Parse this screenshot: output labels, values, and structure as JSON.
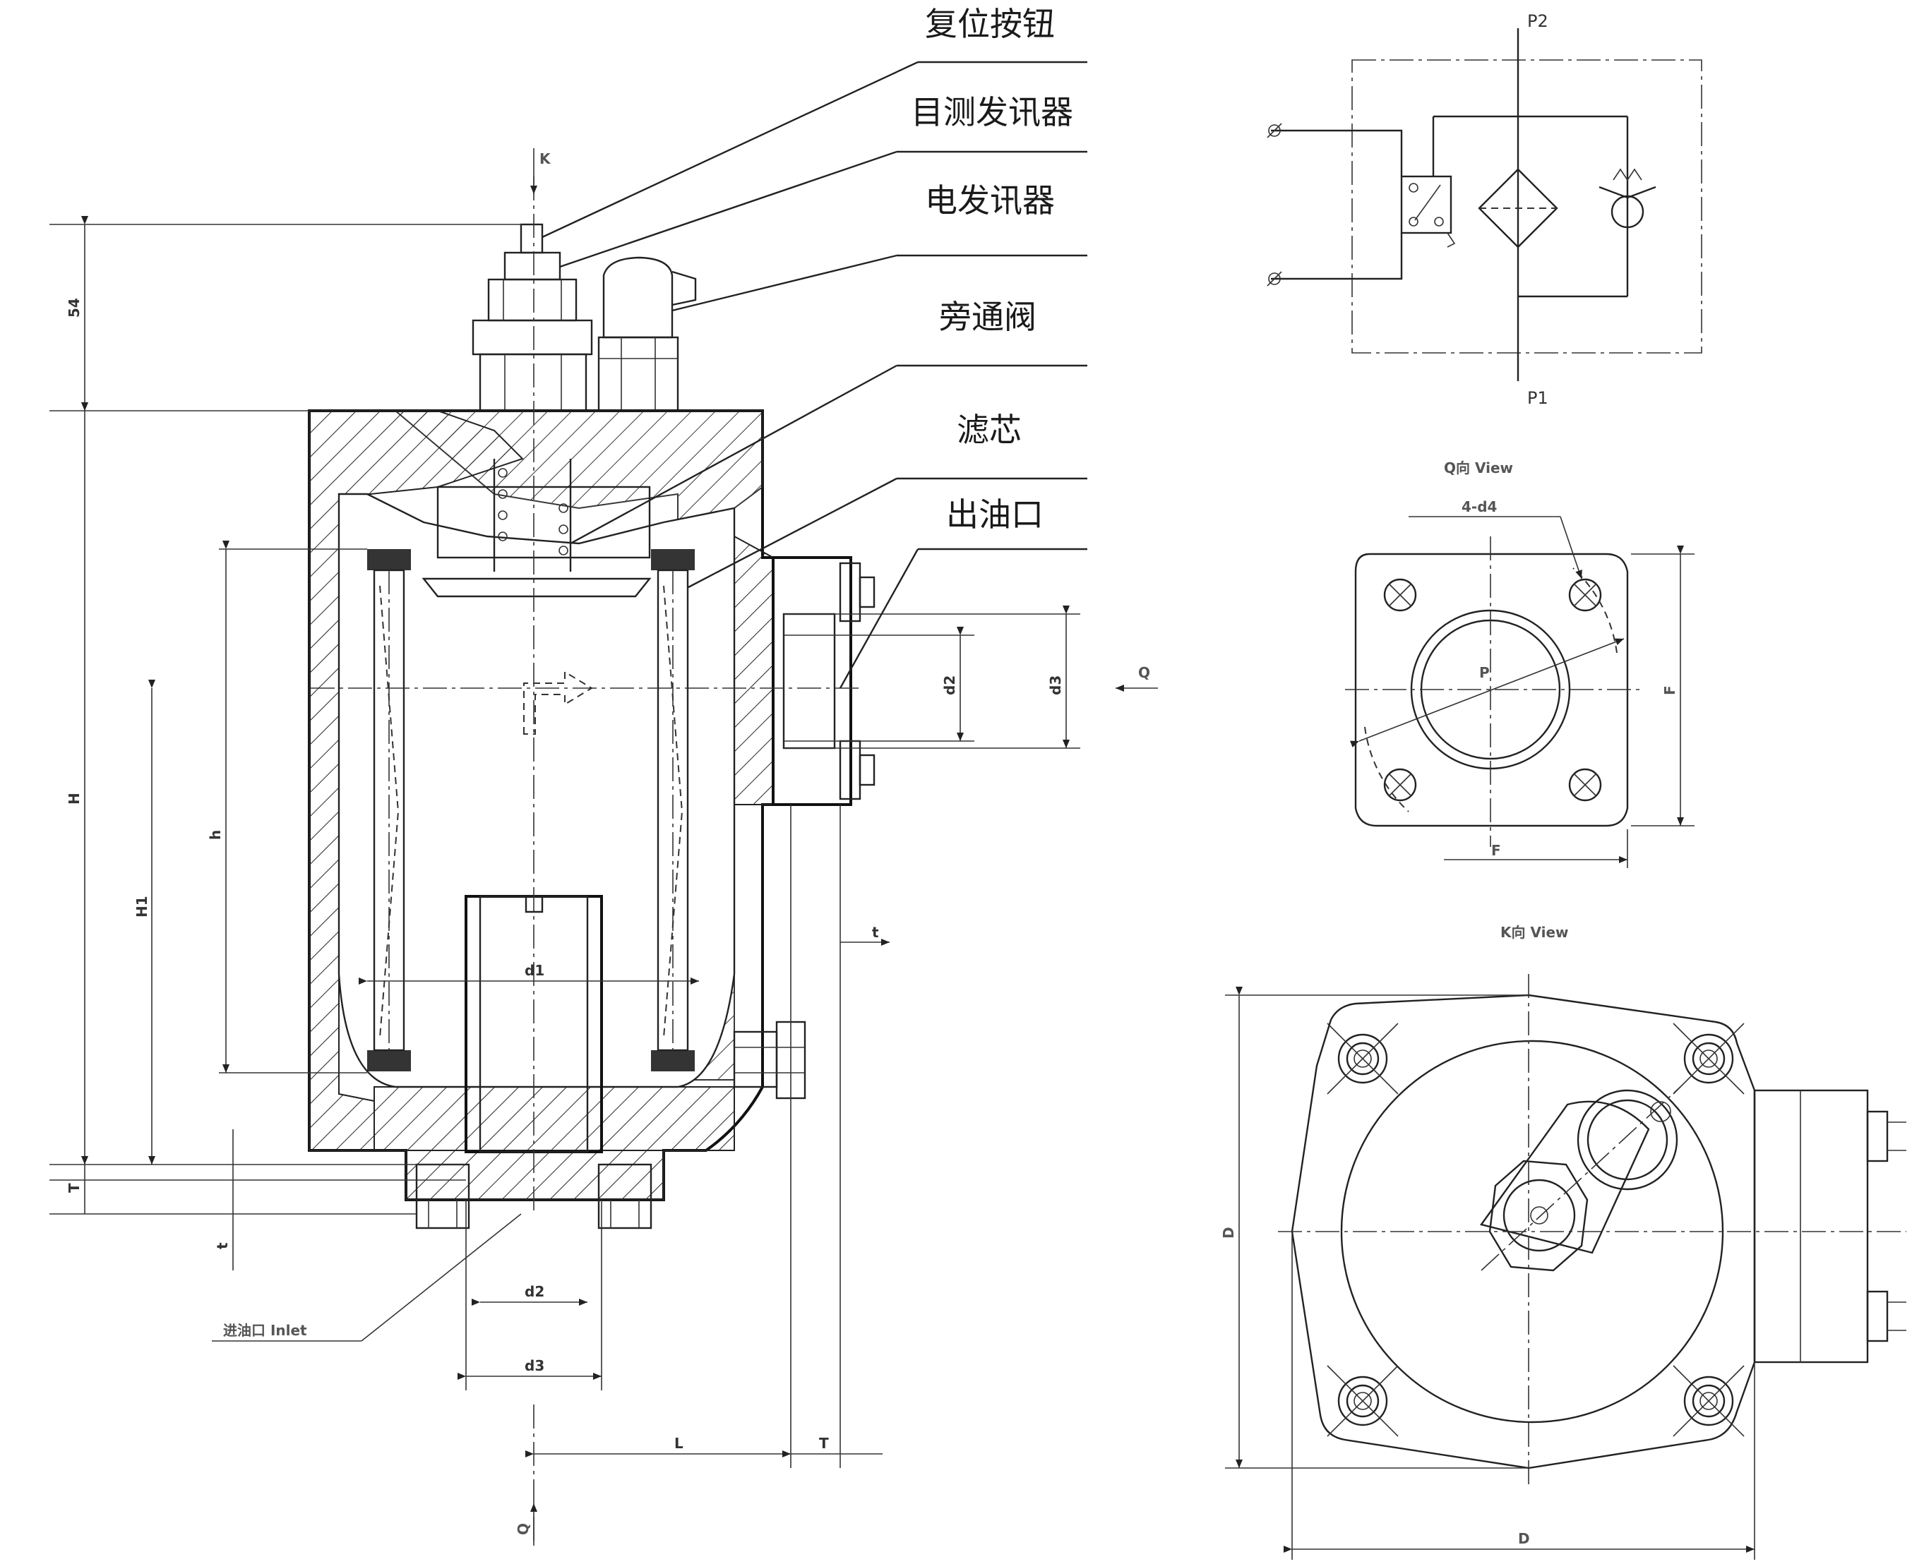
{
  "callouts": [
    "复位按钮",
    "目测发讯器",
    "电发讯器",
    "旁通阀",
    "滤芯",
    "出油口"
  ],
  "inlet_label": "进油口 Inlet",
  "dims": {
    "k": "K",
    "d54": "54",
    "H": "H",
    "h": "h",
    "H1": "H1",
    "T": "T",
    "t": "t",
    "d1": "d1",
    "d2": "d2",
    "d3": "d3",
    "L": "L",
    "Q": "Q",
    "P": "P",
    "d4": "4-d4",
    "F": "F",
    "D": "D"
  },
  "schematic": {
    "p1": "P1",
    "p2": "P2"
  },
  "views": {
    "q_view": "Q向 View",
    "k_view": "K向 View"
  }
}
